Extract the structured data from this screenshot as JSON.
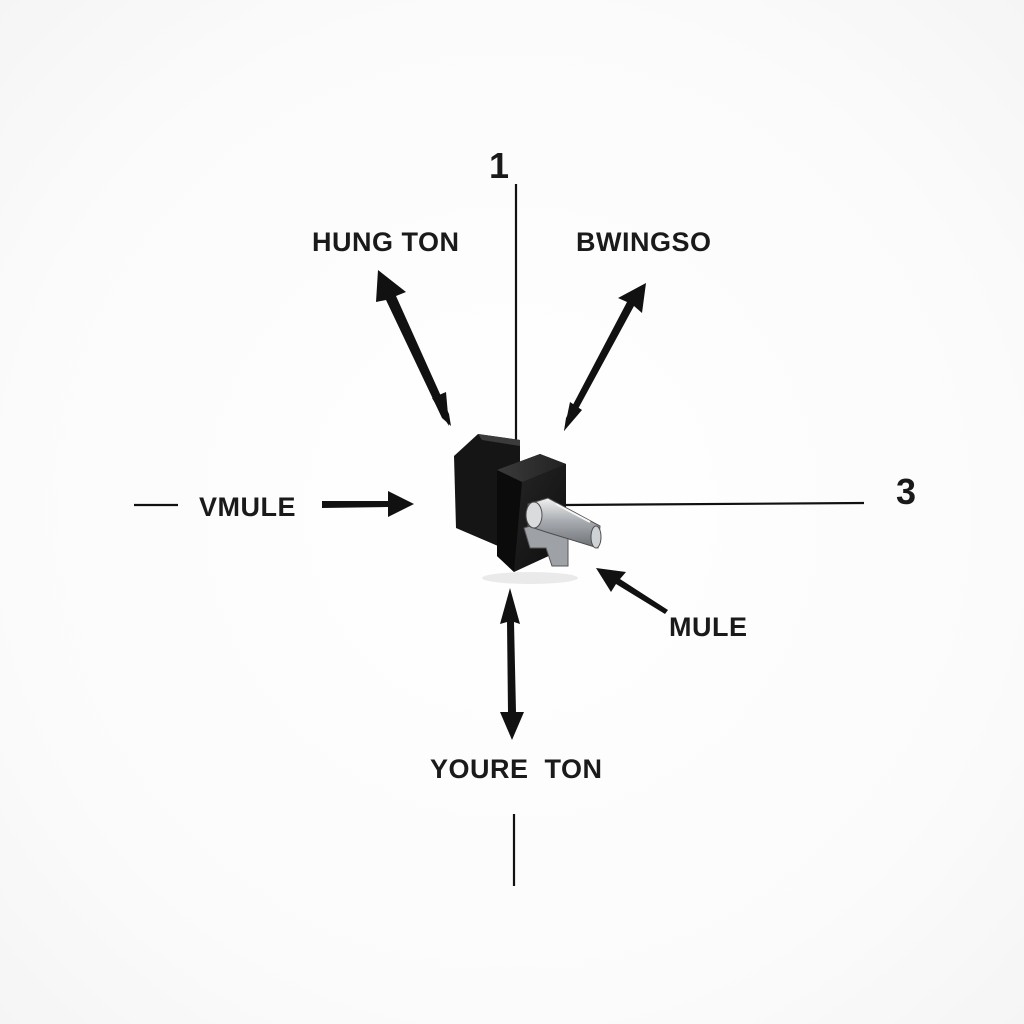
{
  "labels": {
    "one": "1",
    "three": "3",
    "hung_ton": "HUNG TON",
    "bwingso": "BWINGSO",
    "vmule": "VMULE",
    "mule": "MULE",
    "youre_ton": "YOURE  TON"
  },
  "colors": {
    "ink": "#111111",
    "background": "#fdfdfd",
    "component_body": "#1c1c1c",
    "metal": "#bfc3c6"
  },
  "icons": {
    "component": "connector-switch-icon"
  }
}
